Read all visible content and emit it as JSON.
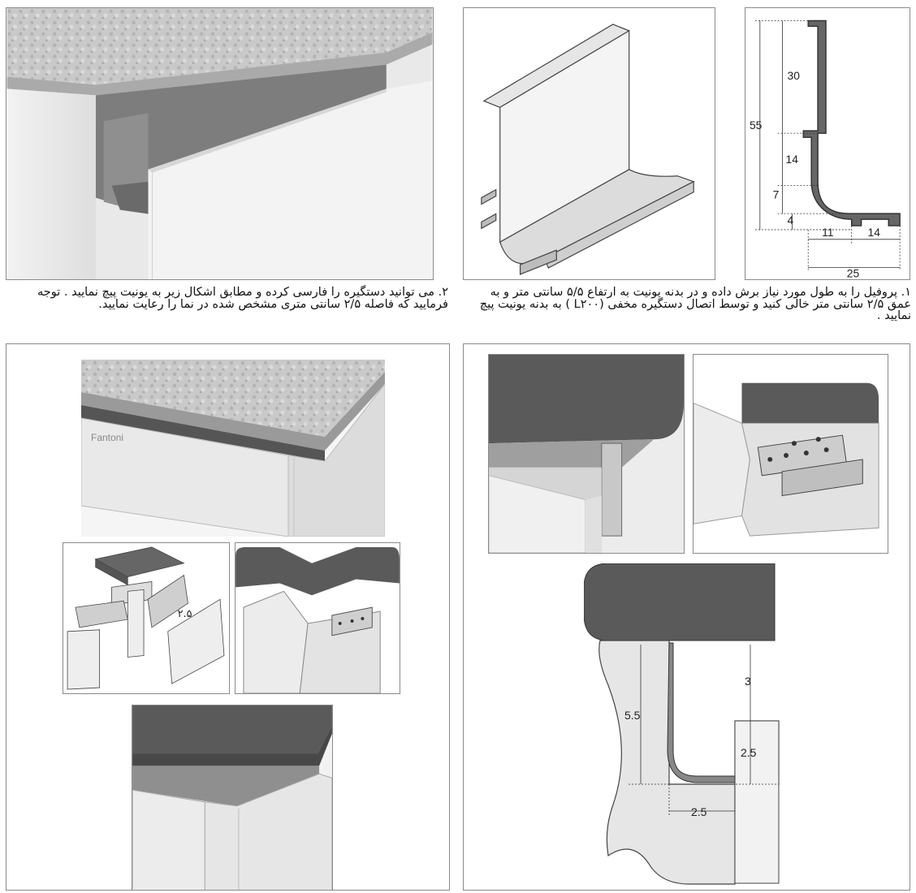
{
  "step1": {
    "caption": "۱. پروفیل را به طول مورد نیاز برش داده و در بدنه یونیت به ارتفاع ۵/۵ سانتی متر و به عمق ۲/۵ سانتی متر خالی کنید و توسط اتصال دستگیره مخفی (L۲۰۰ ) به بدنه یونیت پیچ نمایید ."
  },
  "step2": {
    "caption": "۲. می توانید دستگیره را فارسی کرده و مطابق اشکال زیر به یونیت پیچ نمایید . توجه فرمایید که فاصله ۲/۵ سانتی متری مشخص شده در نما را رعایت نمایید."
  },
  "profile_dims": {
    "d30": "30",
    "d55": "55",
    "d14v": "14",
    "d7": "7",
    "d4": "4",
    "d11": "11",
    "d14h": "14",
    "d25": "25"
  },
  "cut_dims": {
    "h55": "5.5",
    "h3": "3",
    "h25": "2.5",
    "w25": "2.5"
  },
  "corner_dim": "۲.۵",
  "brand_label": "Fantoni",
  "colors": {
    "worktop_dark": "#5a5a5a",
    "panel_light": "#ececec",
    "shadow_grey": "#9c9c9c",
    "outline": "#444444"
  }
}
